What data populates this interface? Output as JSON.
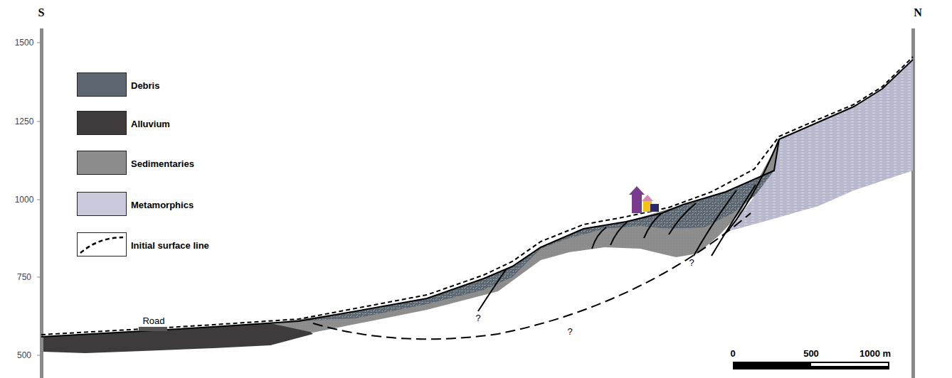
{
  "diagram": {
    "labels": [
      "S",
      "N",
      "1500",
      "1250",
      "1000",
      "750",
      "500",
      "Road",
      "?",
      "?",
      "?",
      "0",
      "500",
      "1000 m"
    ],
    "legend": [
      {
        "text": "Debris",
        "color": "#5b6670"
      },
      {
        "text": "Alluvium",
        "color": "#3f3b3d"
      },
      {
        "text": "Sedimentaries",
        "color": "#8c8c8c"
      },
      {
        "text": "Metamorphics",
        "color": "#c9c9dc"
      },
      {
        "text": "Initial surface line"
      }
    ]
  }
}
